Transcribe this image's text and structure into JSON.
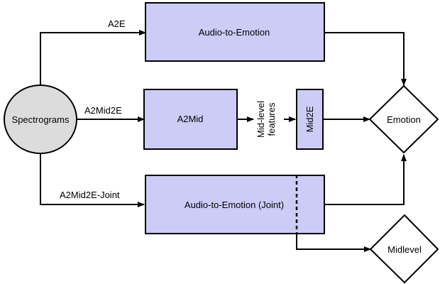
{
  "nodes": {
    "spectrograms": "Spectrograms",
    "audio_to_emotion": "Audio-to-Emotion",
    "a2mid": "A2Mid",
    "mid2e": "Mid2E",
    "audio_to_emotion_joint": "Audio-to-Emotion (Joint)",
    "emotion": "Emotion",
    "midlevel": "Midlevel"
  },
  "edge_labels": {
    "a2e": "A2E",
    "a2mid2e": "A2Mid2E",
    "a2mid2e_joint": "A2Mid2E-Joint",
    "midlevel_features_line1": "Mid-level",
    "midlevel_features_line2": "features"
  },
  "colors": {
    "model_box_fill": "#ccccf7",
    "input_node_fill": "#dcdcdc",
    "output_node_fill": "#ffffff",
    "stroke": "#000000"
  }
}
